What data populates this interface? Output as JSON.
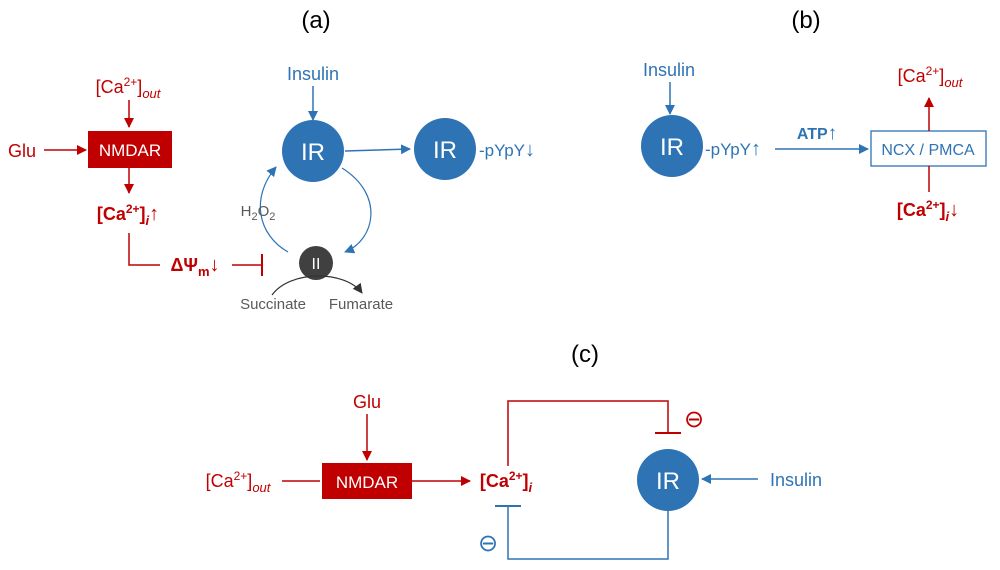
{
  "panels": {
    "a": {
      "label": "(a)",
      "ca_out": "[Ca",
      "ca_sup": "2+",
      "ca_out_sub": "out",
      "glu": "Glu",
      "nmdar": "NMDAR",
      "ca_i": "[Ca",
      "ca_i_sup": "2+",
      "ca_i_sub": "i",
      "ca_i_arrow": "↑",
      "dpsi": "ΔΨ",
      "dpsi_sub": "m",
      "dpsi_arrow": "↓",
      "insulin": "Insulin",
      "ir": "IR",
      "ir2": "IR",
      "pypy": "-pYpY",
      "pypy_arrow": "↓",
      "h2o2": "H",
      "h2o2_sub1": "2",
      "h2o2_mid": "O",
      "h2o2_sub2": "2",
      "complex": "II",
      "succinate": "Succinate",
      "fumarate": "Fumarate"
    },
    "b": {
      "label": "(b)",
      "insulin": "Insulin",
      "ir": "IR",
      "pypy": "-pYpY",
      "pypy_arrow": "↑",
      "atp": "ATP",
      "atp_arrow": "↑",
      "transporter": "NCX / PMCA",
      "ca_out": "[Ca",
      "ca_sup": "2+",
      "ca_out_sub": "out",
      "ca_i": "[Ca",
      "ca_i_sup": "2+",
      "ca_i_sub": "i",
      "ca_i_arrow": "↓"
    },
    "c": {
      "label": "(c)",
      "glu": "Glu",
      "nmdar": "NMDAR",
      "ca_out": "[Ca",
      "ca_sup": "2+",
      "ca_out_sub": "out",
      "ca_i": "[Ca",
      "ca_i_sup": "2+",
      "ca_i_sub": "i",
      "ir": "IR",
      "insulin": "Insulin",
      "inhibit_top": "⊖",
      "inhibit_bottom": "⊖"
    }
  },
  "colors": {
    "red": "#c00000",
    "blue": "#2e74b5",
    "gray": "#595959"
  }
}
